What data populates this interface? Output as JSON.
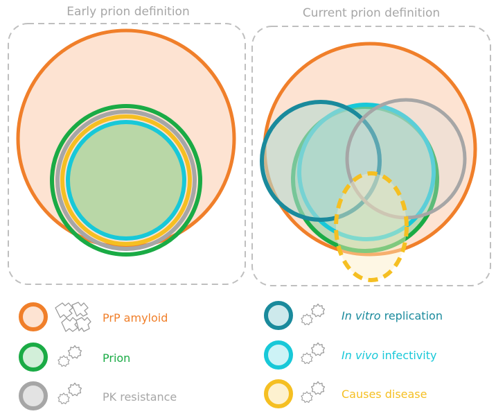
{
  "panels": {
    "early": {
      "title": "Early prion definition"
    },
    "current": {
      "title": "Current prion definition"
    }
  },
  "legend": {
    "prp_amyloid": {
      "label": "PrP amyloid",
      "color": "#f07f2a"
    },
    "prion": {
      "label": "Prion",
      "color": "#1aab45"
    },
    "pk_resistance": {
      "label": "PK resistance",
      "color": "#a6a6a6"
    },
    "in_vitro": {
      "label_italic": "In vitro",
      "label_rest": " replication",
      "color": "#1a8a9c"
    },
    "in_vivo": {
      "label_italic": "In vivo",
      "label_rest": " infectivity",
      "color": "#18c8d8"
    },
    "causes_disease": {
      "label": "Causes disease",
      "color": "#f5bf22"
    }
  },
  "icons": {
    "puzzle": "puzzle-pieces-icon",
    "gear": "gear-cluster-icon"
  }
}
